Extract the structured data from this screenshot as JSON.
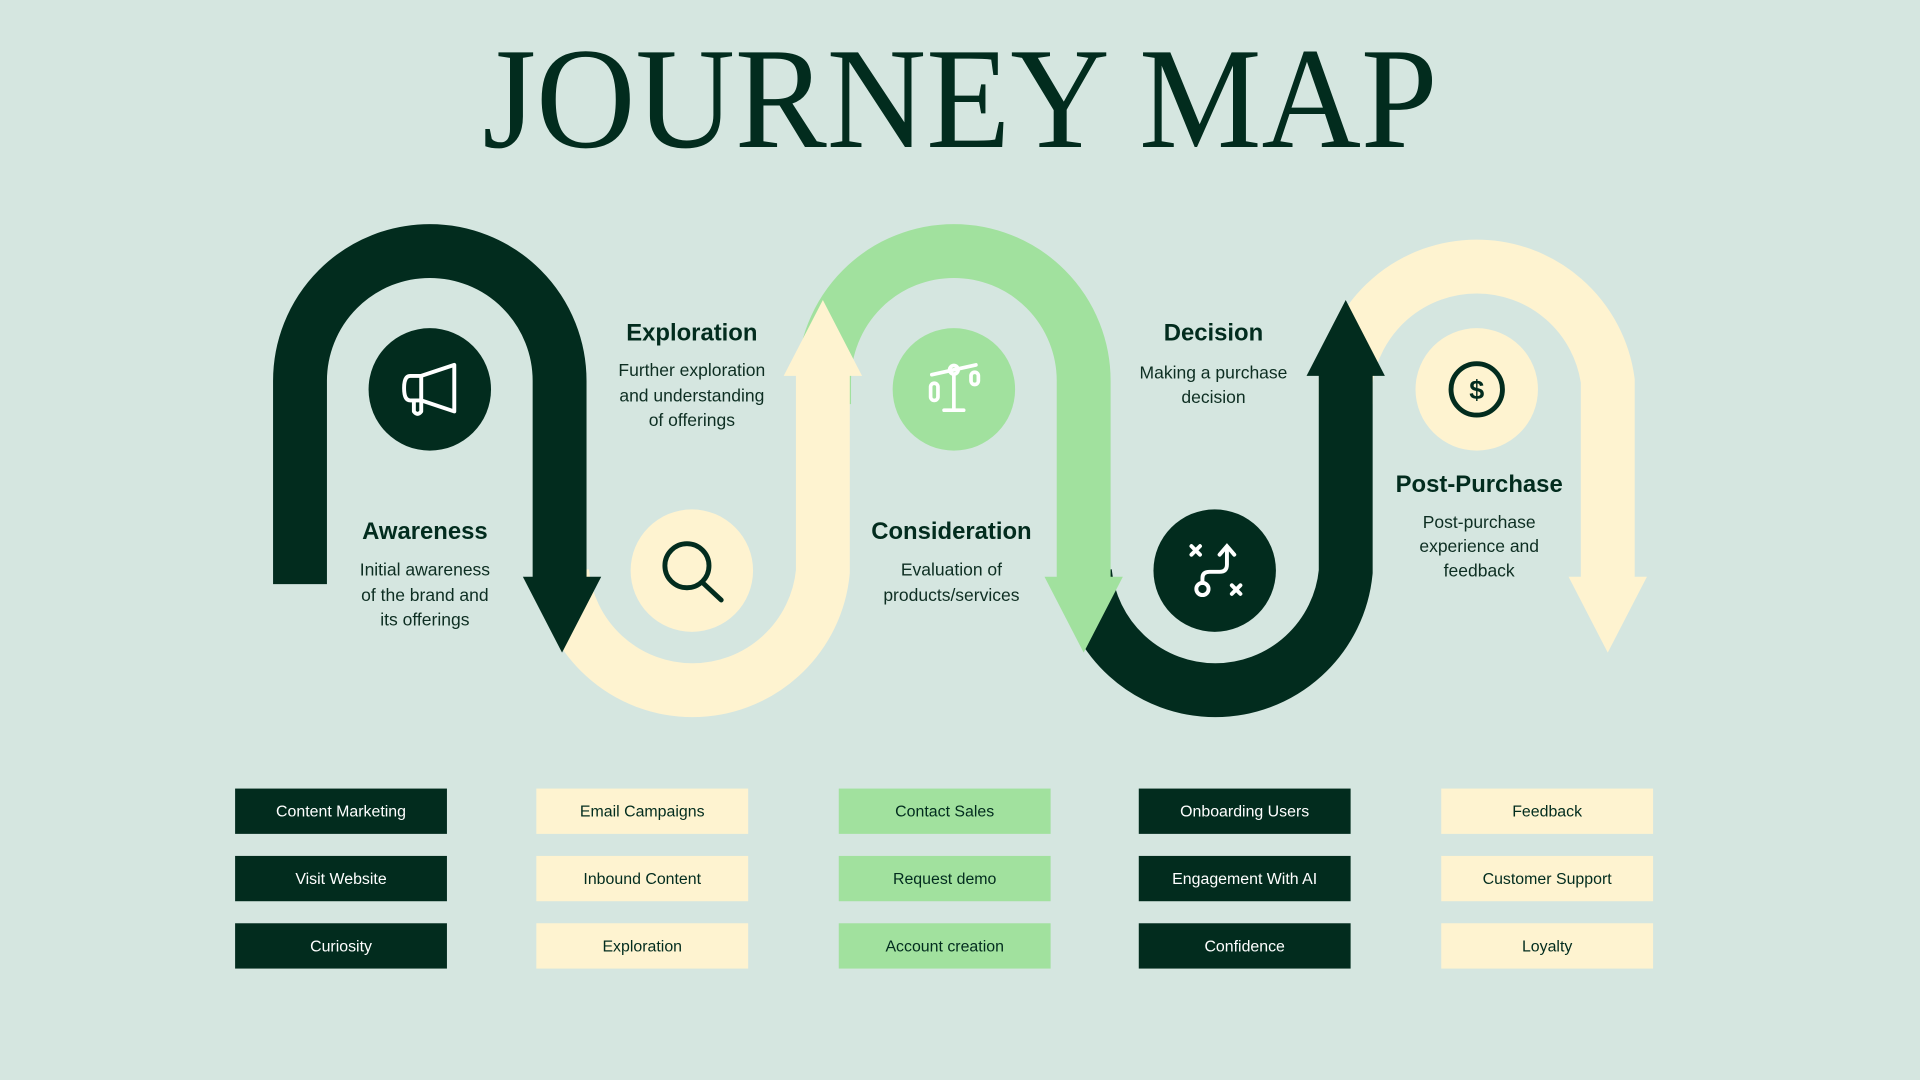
{
  "title": "JOURNEY MAP",
  "colors": {
    "background": "#d5e6e0",
    "dark": "#022c1e",
    "green": "#a1e19e",
    "cream": "#fef3d0"
  },
  "stages": [
    {
      "title": "Awareness",
      "description": [
        "Initial awareness",
        "of the brand and",
        "its offerings"
      ],
      "icon": "megaphone-icon",
      "touchpoints": [
        "Content Marketing",
        "Visit Website",
        "Curiosity"
      ]
    },
    {
      "title": "Exploration",
      "description": [
        "Further exploration",
        "and understanding",
        "of offerings"
      ],
      "icon": "search-icon",
      "touchpoints": [
        "Email Campaigns",
        "Inbound Content",
        "Exploration"
      ]
    },
    {
      "title": "Consideration",
      "description": [
        "Evaluation of",
        "products/services"
      ],
      "icon": "scale-icon",
      "touchpoints": [
        "Contact Sales",
        "Request demo",
        "Account creation"
      ]
    },
    {
      "title": "Decision",
      "description": [
        "Making a purchase",
        "decision"
      ],
      "icon": "strategy-icon",
      "touchpoints": [
        "Onboarding Users",
        "Engagement With AI",
        "Confidence"
      ]
    },
    {
      "title": "Post-Purchase",
      "description": [
        "Post-purchase",
        "experience and",
        "feedback"
      ],
      "icon": "dollar-icon",
      "touchpoints": [
        "Feedback",
        "Customer Support",
        "Loyalty"
      ]
    }
  ]
}
